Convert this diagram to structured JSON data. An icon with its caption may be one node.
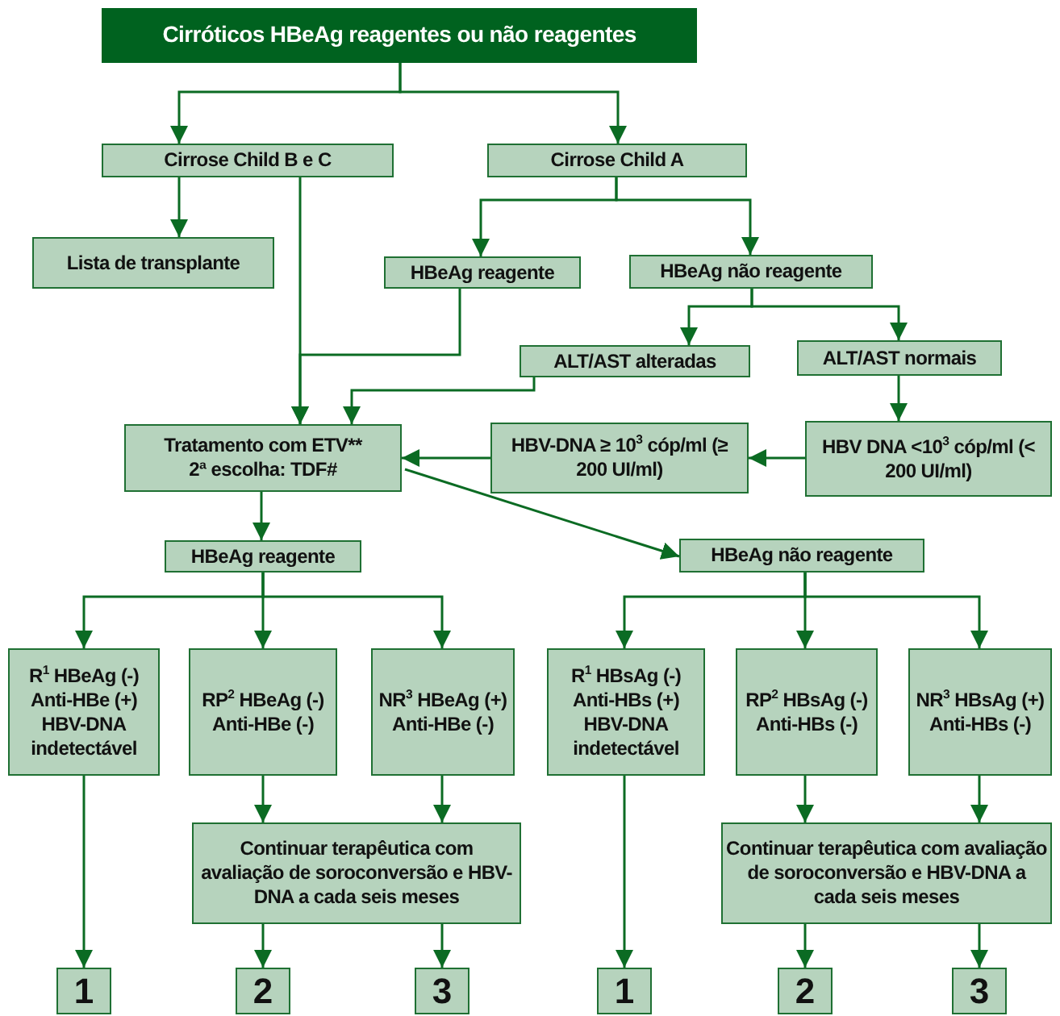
{
  "diagram": {
    "nodes": [
      {
        "text": [
          "Cirróticos HBeAg reagentes ou não reagentes"
        ]
      },
      {
        "text": [
          "Cirrose Child B e C"
        ]
      },
      {
        "text": [
          "Cirrose Child A"
        ]
      },
      {
        "text": [
          "Lista de transplante"
        ]
      },
      {
        "text": [
          "HBeAg reagente"
        ]
      },
      {
        "text": [
          "HBeAg não reagente"
        ]
      },
      {
        "text": [
          "ALT/AST alteradas"
        ]
      },
      {
        "text": [
          "ALT/AST normais"
        ]
      },
      {
        "text": [
          "Tratamento com ETV**",
          "2ª escolha: TDF#"
        ]
      },
      {
        "text": [
          "HBV-DNA ≥ 10$^{3}$ cóp/ml (≥ 200 UI/ml)"
        ]
      },
      {
        "text": [
          "HBV DNA <10$^{3}$ cóp/ml (< 200 UI/ml)"
        ]
      },
      {
        "text": [
          "HBeAg reagente"
        ]
      },
      {
        "text": [
          "HBeAg não reagente"
        ]
      },
      {
        "text": [
          "R$^{1}$ HBeAg (-) Anti-HBe (+) HBV-DNA indetectável"
        ]
      },
      {
        "text": [
          "RP$^{2}$ HBeAg (-) Anti-HBe (-)"
        ]
      },
      {
        "text": [
          "NR$^{3}$ HBeAg (+) Anti-HBe (-)"
        ]
      },
      {
        "text": [
          "R$^{1}$ HBsAg (-) Anti-HBs (+) HBV-DNA indetectável"
        ]
      },
      {
        "text": [
          "RP$^{2}$ HBsAg (-) Anti-HBs (-)"
        ]
      },
      {
        "text": [
          "NR$^{3}$ HBsAg (+) Anti-HBs (-)"
        ]
      },
      {
        "text": [
          "Continuar terapêutica com avaliação de soroconversão e HBV-DNA a cada seis meses"
        ]
      },
      {
        "text": [
          "Continuar terapêutica com avaliação de soroconversão e HBV-DNA a cada seis meses"
        ]
      },
      {
        "text": [
          "1"
        ]
      },
      {
        "text": [
          "2"
        ]
      },
      {
        "text": [
          "3"
        ]
      },
      {
        "text": [
          "1"
        ]
      },
      {
        "text": [
          "2"
        ]
      },
      {
        "text": [
          "3"
        ]
      }
    ],
    "edges": [
      {
        "from": 0,
        "to": 1,
        "arrow": "to"
      },
      {
        "from": 0,
        "to": 2,
        "arrow": "to"
      },
      {
        "from": 1,
        "to": 3,
        "arrow": "to"
      },
      {
        "from": 1,
        "to": 8,
        "arrow": "to"
      },
      {
        "from": 2,
        "to": 4,
        "arrow": "to"
      },
      {
        "from": 2,
        "to": 5,
        "arrow": "to"
      },
      {
        "from": 4,
        "to": 8,
        "arrow": "to"
      },
      {
        "from": 5,
        "to": 6,
        "arrow": "to"
      },
      {
        "from": 5,
        "to": 7,
        "arrow": "to"
      },
      {
        "from": 6,
        "to": 8,
        "arrow": "to"
      },
      {
        "from": 7,
        "to": 10,
        "arrow": "to"
      },
      {
        "from": 10,
        "to": 9,
        "arrow": "to"
      },
      {
        "from": 9,
        "to": 8,
        "arrow": "to"
      },
      {
        "from": 8,
        "to": 11,
        "arrow": "to"
      },
      {
        "from": 8,
        "to": 12,
        "arrow": "to"
      },
      {
        "from": 11,
        "to": 13,
        "arrow": "to"
      },
      {
        "from": 11,
        "to": 14,
        "arrow": "to"
      },
      {
        "from": 11,
        "to": 15,
        "arrow": "to"
      },
      {
        "from": 12,
        "to": 16,
        "arrow": "to"
      },
      {
        "from": 12,
        "to": 17,
        "arrow": "to"
      },
      {
        "from": 12,
        "to": 18,
        "arrow": "to"
      },
      {
        "from": 13,
        "to": 21,
        "arrow": "to"
      },
      {
        "from": 14,
        "to": 19,
        "arrow": "to"
      },
      {
        "from": 15,
        "to": 19,
        "arrow": "to"
      },
      {
        "from": 19,
        "to": 22,
        "arrow": "to"
      },
      {
        "from": 19,
        "to": 23,
        "arrow": "to"
      },
      {
        "from": 16,
        "to": 24,
        "arrow": "to"
      },
      {
        "from": 17,
        "to": 20,
        "arrow": "to"
      },
      {
        "from": 18,
        "to": 20,
        "arrow": "to"
      },
      {
        "from": 20,
        "to": 25,
        "arrow": "to"
      },
      {
        "from": 20,
        "to": 26,
        "arrow": "to"
      }
    ]
  }
}
